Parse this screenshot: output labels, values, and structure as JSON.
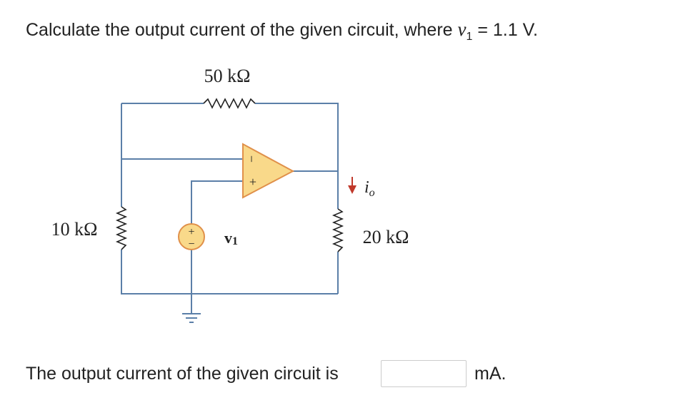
{
  "question": {
    "prefix": "Calculate the output current of the given circuit, where ",
    "var": "v",
    "sub": "1",
    "suffix": " = 1.1 V."
  },
  "circuit": {
    "r_feedback": "50 kΩ",
    "r_input": "10 kΩ",
    "r_load": "20 kΩ",
    "source_label": "v",
    "source_sub": "1",
    "current_var": "i",
    "current_sub": "o",
    "opamp_minus": "−",
    "opamp_plus": "+",
    "source_plus": "+",
    "source_minus": "−",
    "colors": {
      "wire": "#5b7fa8",
      "component_fill": "#f9d98a",
      "component_stroke": "#e0904a",
      "current_arrow": "#c0392b",
      "text": "#222222"
    }
  },
  "answer": {
    "prefix": "The output current of the given circuit is",
    "value": "",
    "unit": "mA."
  }
}
